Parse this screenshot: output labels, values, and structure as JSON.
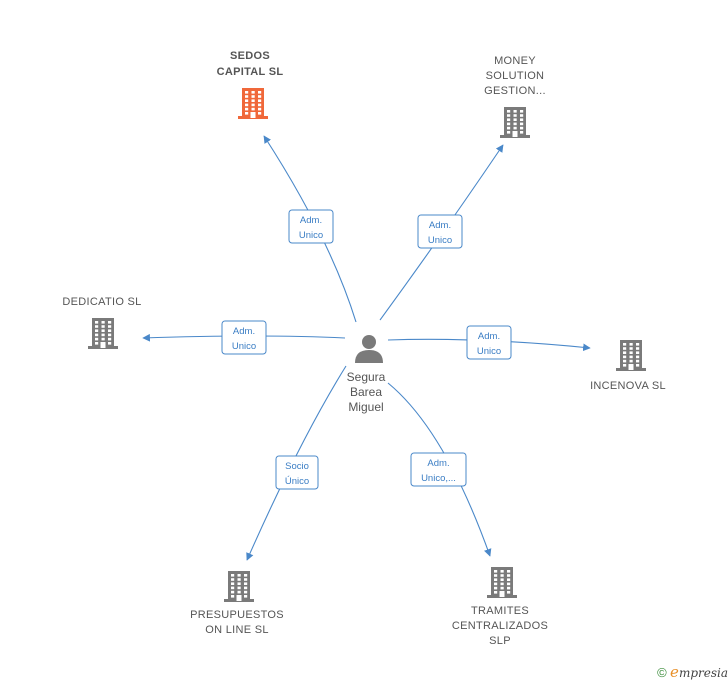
{
  "colors": {
    "edge": "#4a88c9",
    "company": "#7a7a7a",
    "company_highlight": "#f0683a",
    "person": "#7a7a7a"
  },
  "person": {
    "name_lines": [
      "Segura",
      "Barea",
      "Miguel"
    ],
    "icon": "person-icon"
  },
  "companies": [
    {
      "id": "sedos",
      "lines": [
        "SEDOS",
        "CAPITAL  SL"
      ],
      "highlight": true,
      "icon": "building-icon"
    },
    {
      "id": "money",
      "lines": [
        "MONEY",
        "SOLUTION",
        "GESTION..."
      ],
      "highlight": false,
      "icon": "building-icon"
    },
    {
      "id": "dedicatio",
      "lines": [
        "DEDICATIO  SL"
      ],
      "highlight": false,
      "icon": "building-icon"
    },
    {
      "id": "incenova",
      "lines": [
        "INCENOVA SL"
      ],
      "highlight": false,
      "icon": "building-icon"
    },
    {
      "id": "presupuestos",
      "lines": [
        "PRESUPUESTOS",
        "ON LINE SL"
      ],
      "highlight": false,
      "icon": "building-icon"
    },
    {
      "id": "tramites",
      "lines": [
        "TRAMITES",
        "CENTRALIZADOS",
        "SLP"
      ],
      "highlight": false,
      "icon": "building-icon"
    }
  ],
  "edges": [
    {
      "to": "sedos",
      "label_lines": [
        "Adm.",
        "Unico"
      ]
    },
    {
      "to": "money",
      "label_lines": [
        "Adm.",
        "Unico"
      ]
    },
    {
      "to": "dedicatio",
      "label_lines": [
        "Adm.",
        "Unico"
      ]
    },
    {
      "to": "incenova",
      "label_lines": [
        "Adm.",
        "Unico"
      ]
    },
    {
      "to": "presupuestos",
      "label_lines": [
        "Socio",
        "Único"
      ]
    },
    {
      "to": "tramites",
      "label_lines": [
        "Adm.",
        "Unico,..."
      ]
    }
  ],
  "footer": {
    "copyright_symbol": "©",
    "brand_initial": "e",
    "brand_rest": "mpresia"
  }
}
